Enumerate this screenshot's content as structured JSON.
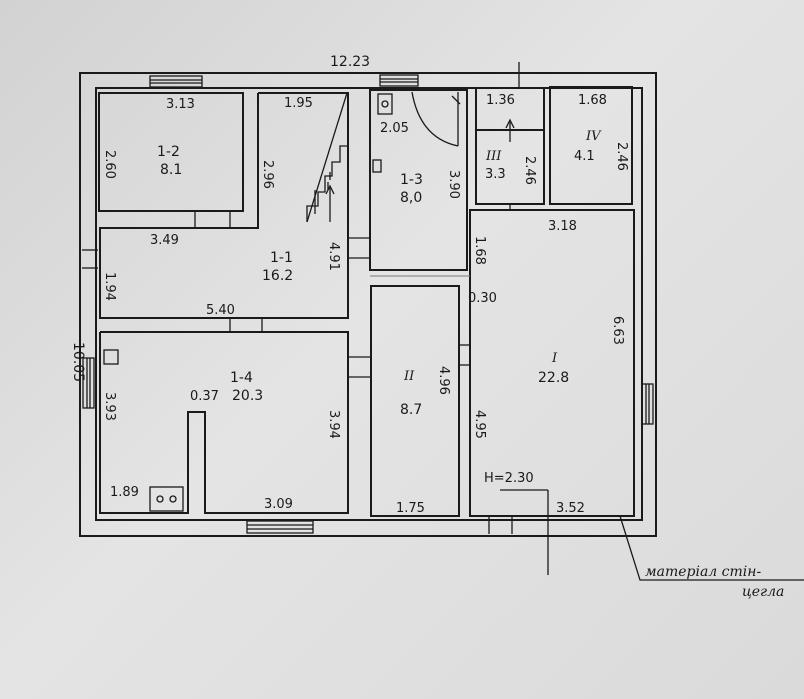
{
  "overall": {
    "width": "12.23",
    "depth": "10.05"
  },
  "rooms": {
    "r12": {
      "id": "1-2",
      "area": "8.1",
      "w": "3.13",
      "h": "2.60"
    },
    "r11": {
      "id": "1-1",
      "area": "16.2",
      "top": "1.95",
      "stairs": "2.96",
      "w": "3.49",
      "side": "1.94",
      "right": "4.91"
    },
    "r13": {
      "id": "1-3",
      "area": "8,0",
      "w": "2.05",
      "h": "3.90"
    },
    "r3": {
      "id": "III",
      "area": "3.3",
      "w": "1.36",
      "h": "2.46"
    },
    "r4": {
      "id": "IV",
      "area": "4.1",
      "w": "1.68",
      "h": "2.46"
    },
    "r14": {
      "id": "1-4",
      "area": "20.3",
      "w": "5.40",
      "h": "3.93",
      "right": "3.94",
      "bottom": "3.09",
      "nook_w": "1.89",
      "nook": "0.37"
    },
    "r2": {
      "id": "II",
      "area": "8.7",
      "h": "4.96",
      "w": "1.75"
    },
    "r1": {
      "id": "I",
      "area": "22.8",
      "w": "3.18",
      "h": "6.63",
      "left": "4.95",
      "upper": "1.68",
      "gap": "0.30",
      "bottom": "3.52",
      "height_note": "H=2.30"
    }
  },
  "note": {
    "line1": "матеріал стін-",
    "line2": "цегла"
  }
}
